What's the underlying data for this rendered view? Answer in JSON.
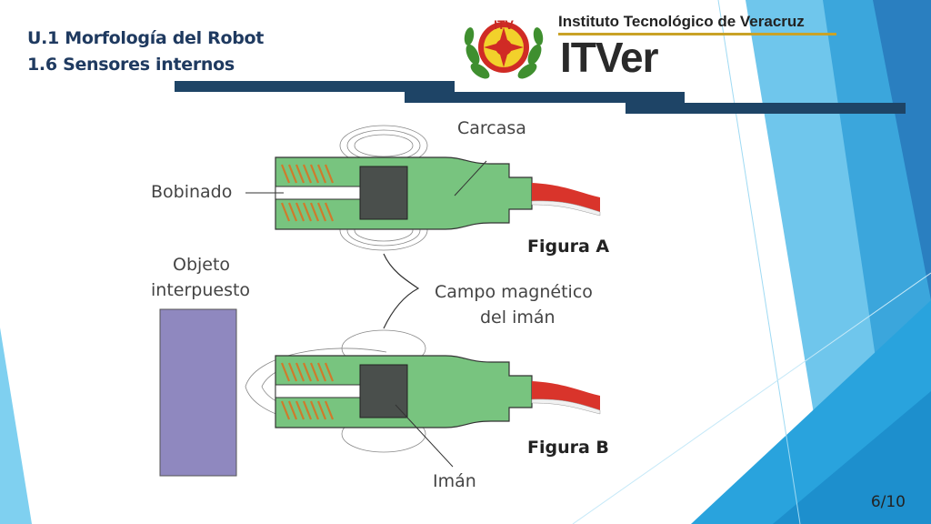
{
  "slide": {
    "title_line1": "U.1 Morfología del Robot",
    "title_line2": "1.6 Sensores internos",
    "page_number": "6/10"
  },
  "logo": {
    "emblem_text": "ITV",
    "institute_name": "Instituto Tecnológico de Veracruz",
    "abbreviation": "ITVer"
  },
  "figure": {
    "label_carcasa": "Carcasa",
    "label_bobinado": "Bobinado",
    "label_figura_a": "Figura A",
    "label_objeto_line1": "Objeto",
    "label_objeto_line2": "interpuesto",
    "label_campo_line1": "Campo magnético",
    "label_campo_line2": "del imán",
    "label_figura_b": "Figura B",
    "label_iman": "Imán"
  },
  "colors": {
    "title": "#1f3a60",
    "bars": "#1e4466",
    "sensor_body": "#78c47f",
    "object": "#8f88bf",
    "cable": "#d9342b",
    "decor_blue": "#29a3dd"
  }
}
